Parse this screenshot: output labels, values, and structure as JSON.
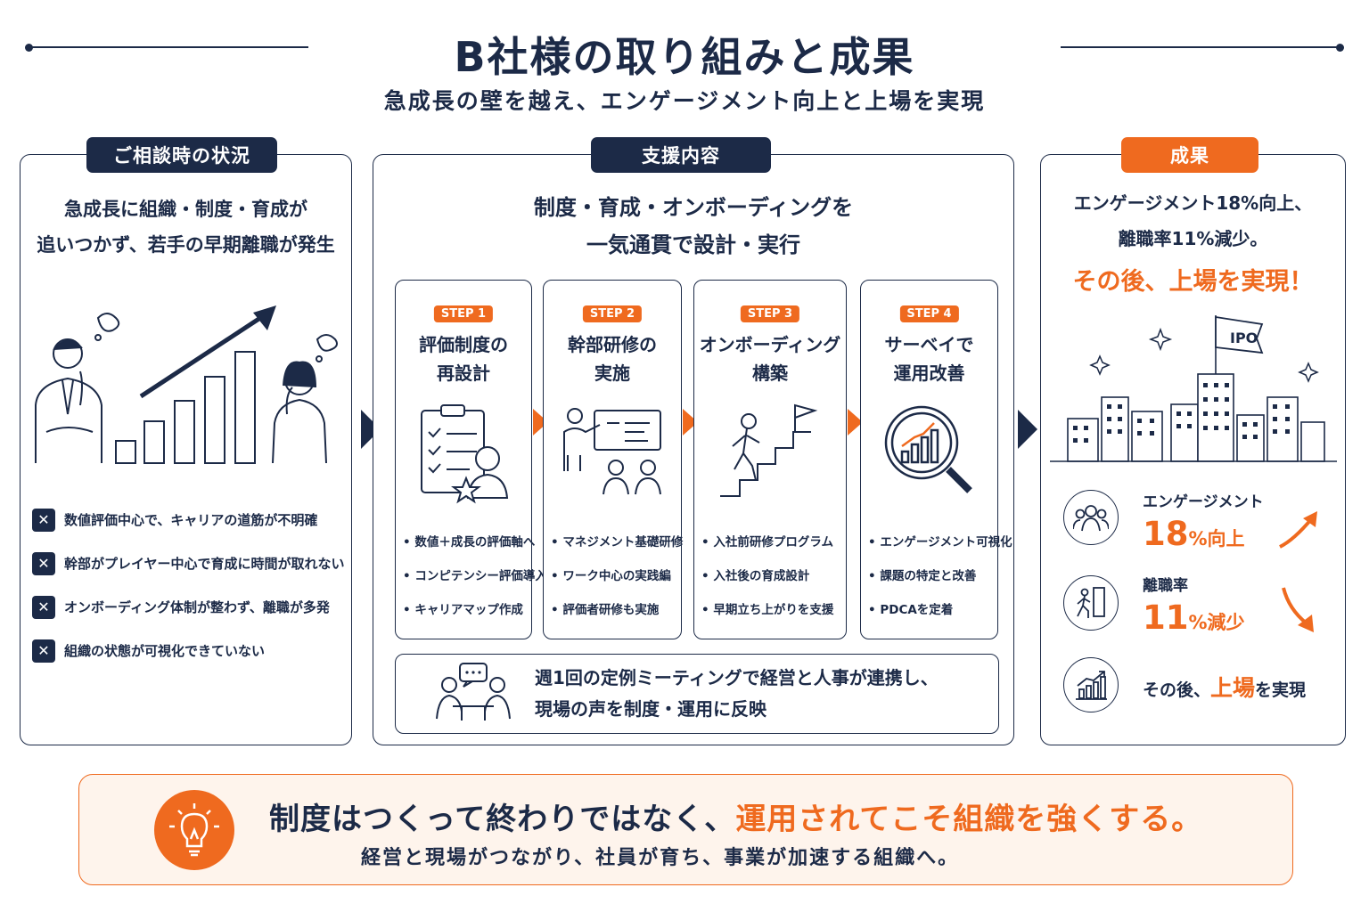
{
  "title": "B社様の取り組みと成果",
  "subtitle": "急成長の壁を越え、エンゲージメント向上と上場を実現",
  "situation": {
    "tag": "ご相談時の状況",
    "lines": [
      "急成長に組織・制度・育成が",
      "追いつかず、若手の早期離職が発生"
    ],
    "issues": [
      "数値評価中心で、キャリアの道筋が不明確",
      "幹部がプレイヤー中心で育成に時間が取れない",
      "オンボーディング体制が整わず、離職が多発",
      "組織の状態が可視化できていない"
    ]
  },
  "support": {
    "tag": "支援内容",
    "lines": [
      "制度・育成・オンボーディングを",
      "一気通貫で設計・実行"
    ],
    "steps": [
      {
        "tag": "STEP 1",
        "title": [
          "評価制度の",
          "再設計"
        ],
        "bullets": [
          "数値＋成長の評価軸へ",
          "コンピテンシー評価導入",
          "キャリアマップ作成"
        ]
      },
      {
        "tag": "STEP 2",
        "title": [
          "幹部研修の",
          "実施"
        ],
        "bullets": [
          "マネジメント基礎研修",
          "ワーク中心の実践編",
          "評価者研修も実施"
        ]
      },
      {
        "tag": "STEP 3",
        "title": [
          "オンボーディング",
          "構築"
        ],
        "bullets": [
          "入社前研修プログラム",
          "入社後の育成設計",
          "早期立ち上がりを支援"
        ]
      },
      {
        "tag": "STEP 4",
        "title": [
          "サーベイで",
          "運用改善"
        ],
        "bullets": [
          "エンゲージメント可視化",
          "課題の特定と改善",
          "PDCAを定着"
        ]
      }
    ],
    "meeting": [
      "週1回の定例ミーティングで経営と人事が連携し、",
      "現場の声を制度・運用に反映"
    ]
  },
  "results": {
    "tag": "成果",
    "lines": [
      "エンゲージメント18%向上、",
      "離職率11%減少。"
    ],
    "highlight": "その後、上場を実現！",
    "ipo_flag": "IPO",
    "items": [
      {
        "label": "エンゲージメント",
        "num": "18",
        "unit": "%向上"
      },
      {
        "label": "離職率",
        "num": "11",
        "unit": "%減少"
      }
    ],
    "listing": {
      "pre": "その後、",
      "hl": "上場",
      "post": "を実現"
    }
  },
  "message": {
    "line1_pre": "制度はつくって終わりではなく、",
    "line1_hl": "運用されてこそ組織を強くする。",
    "line2": "経営と現場がつながり、社員が育ち、事業が加速する組織へ。"
  },
  "colors": {
    "navy": "#1c2a47",
    "orange": "#ef6a1f",
    "cream": "#fef4ec"
  }
}
